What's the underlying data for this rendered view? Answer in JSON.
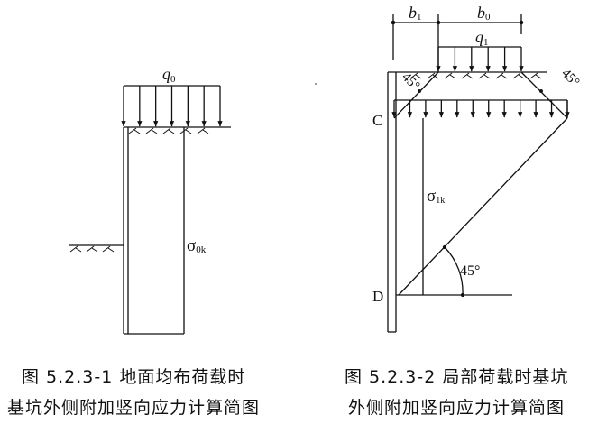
{
  "figure1": {
    "load_label": "q",
    "load_sub": "0",
    "stress_label": "σ",
    "stress_sub": "0k",
    "caption_line1": "图 5.2.3-1   地面均布荷载时",
    "caption_line2": "基坑外侧附加竖向应力计算简图"
  },
  "figure2": {
    "dim_b1": "b",
    "dim_b1_sub": "1",
    "dim_b0": "b",
    "dim_b0_sub": "0",
    "load_label": "q",
    "load_sub": "1",
    "angle_left": "45°",
    "angle_right": "45°",
    "angle_bottom": "45°",
    "point_c": "C",
    "point_d": "D",
    "stress_label": "σ",
    "stress_sub": "1k",
    "caption_line1": "图 5.2.3-2   局部荷载时基坑",
    "caption_line2": "外侧附加竖向应力计算简图"
  }
}
